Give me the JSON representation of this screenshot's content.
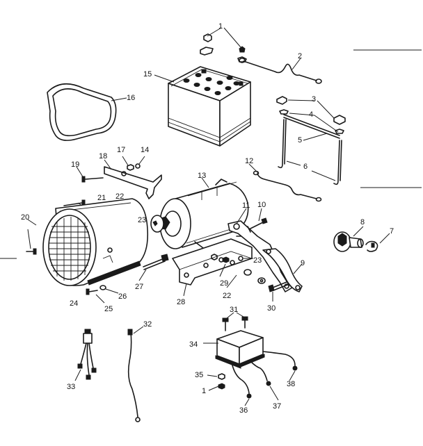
{
  "callouts": {
    "c1a": "1",
    "c2": "2",
    "c3": "3",
    "c4": "4",
    "c5": "5",
    "c6": "6",
    "c7": "7",
    "c8": "8",
    "c9": "9",
    "c10": "10",
    "c11": "11",
    "c12": "12",
    "c13": "13",
    "c14": "14",
    "c15": "15",
    "c16": "16",
    "c17": "17",
    "c18": "18",
    "c19": "19",
    "c20": "20",
    "c21": "21",
    "c22a": "22",
    "c22b": "22",
    "c23a": "23",
    "c23b": "23",
    "c24": "24",
    "c25": "25",
    "c26": "26",
    "c27": "27",
    "c28": "28",
    "c29": "29",
    "c30": "30",
    "c31": "31",
    "c32": "32",
    "c33": "33",
    "c34": "34",
    "c35": "35",
    "c1b": "1",
    "c36": "36",
    "c37": "37",
    "c38": "38"
  }
}
